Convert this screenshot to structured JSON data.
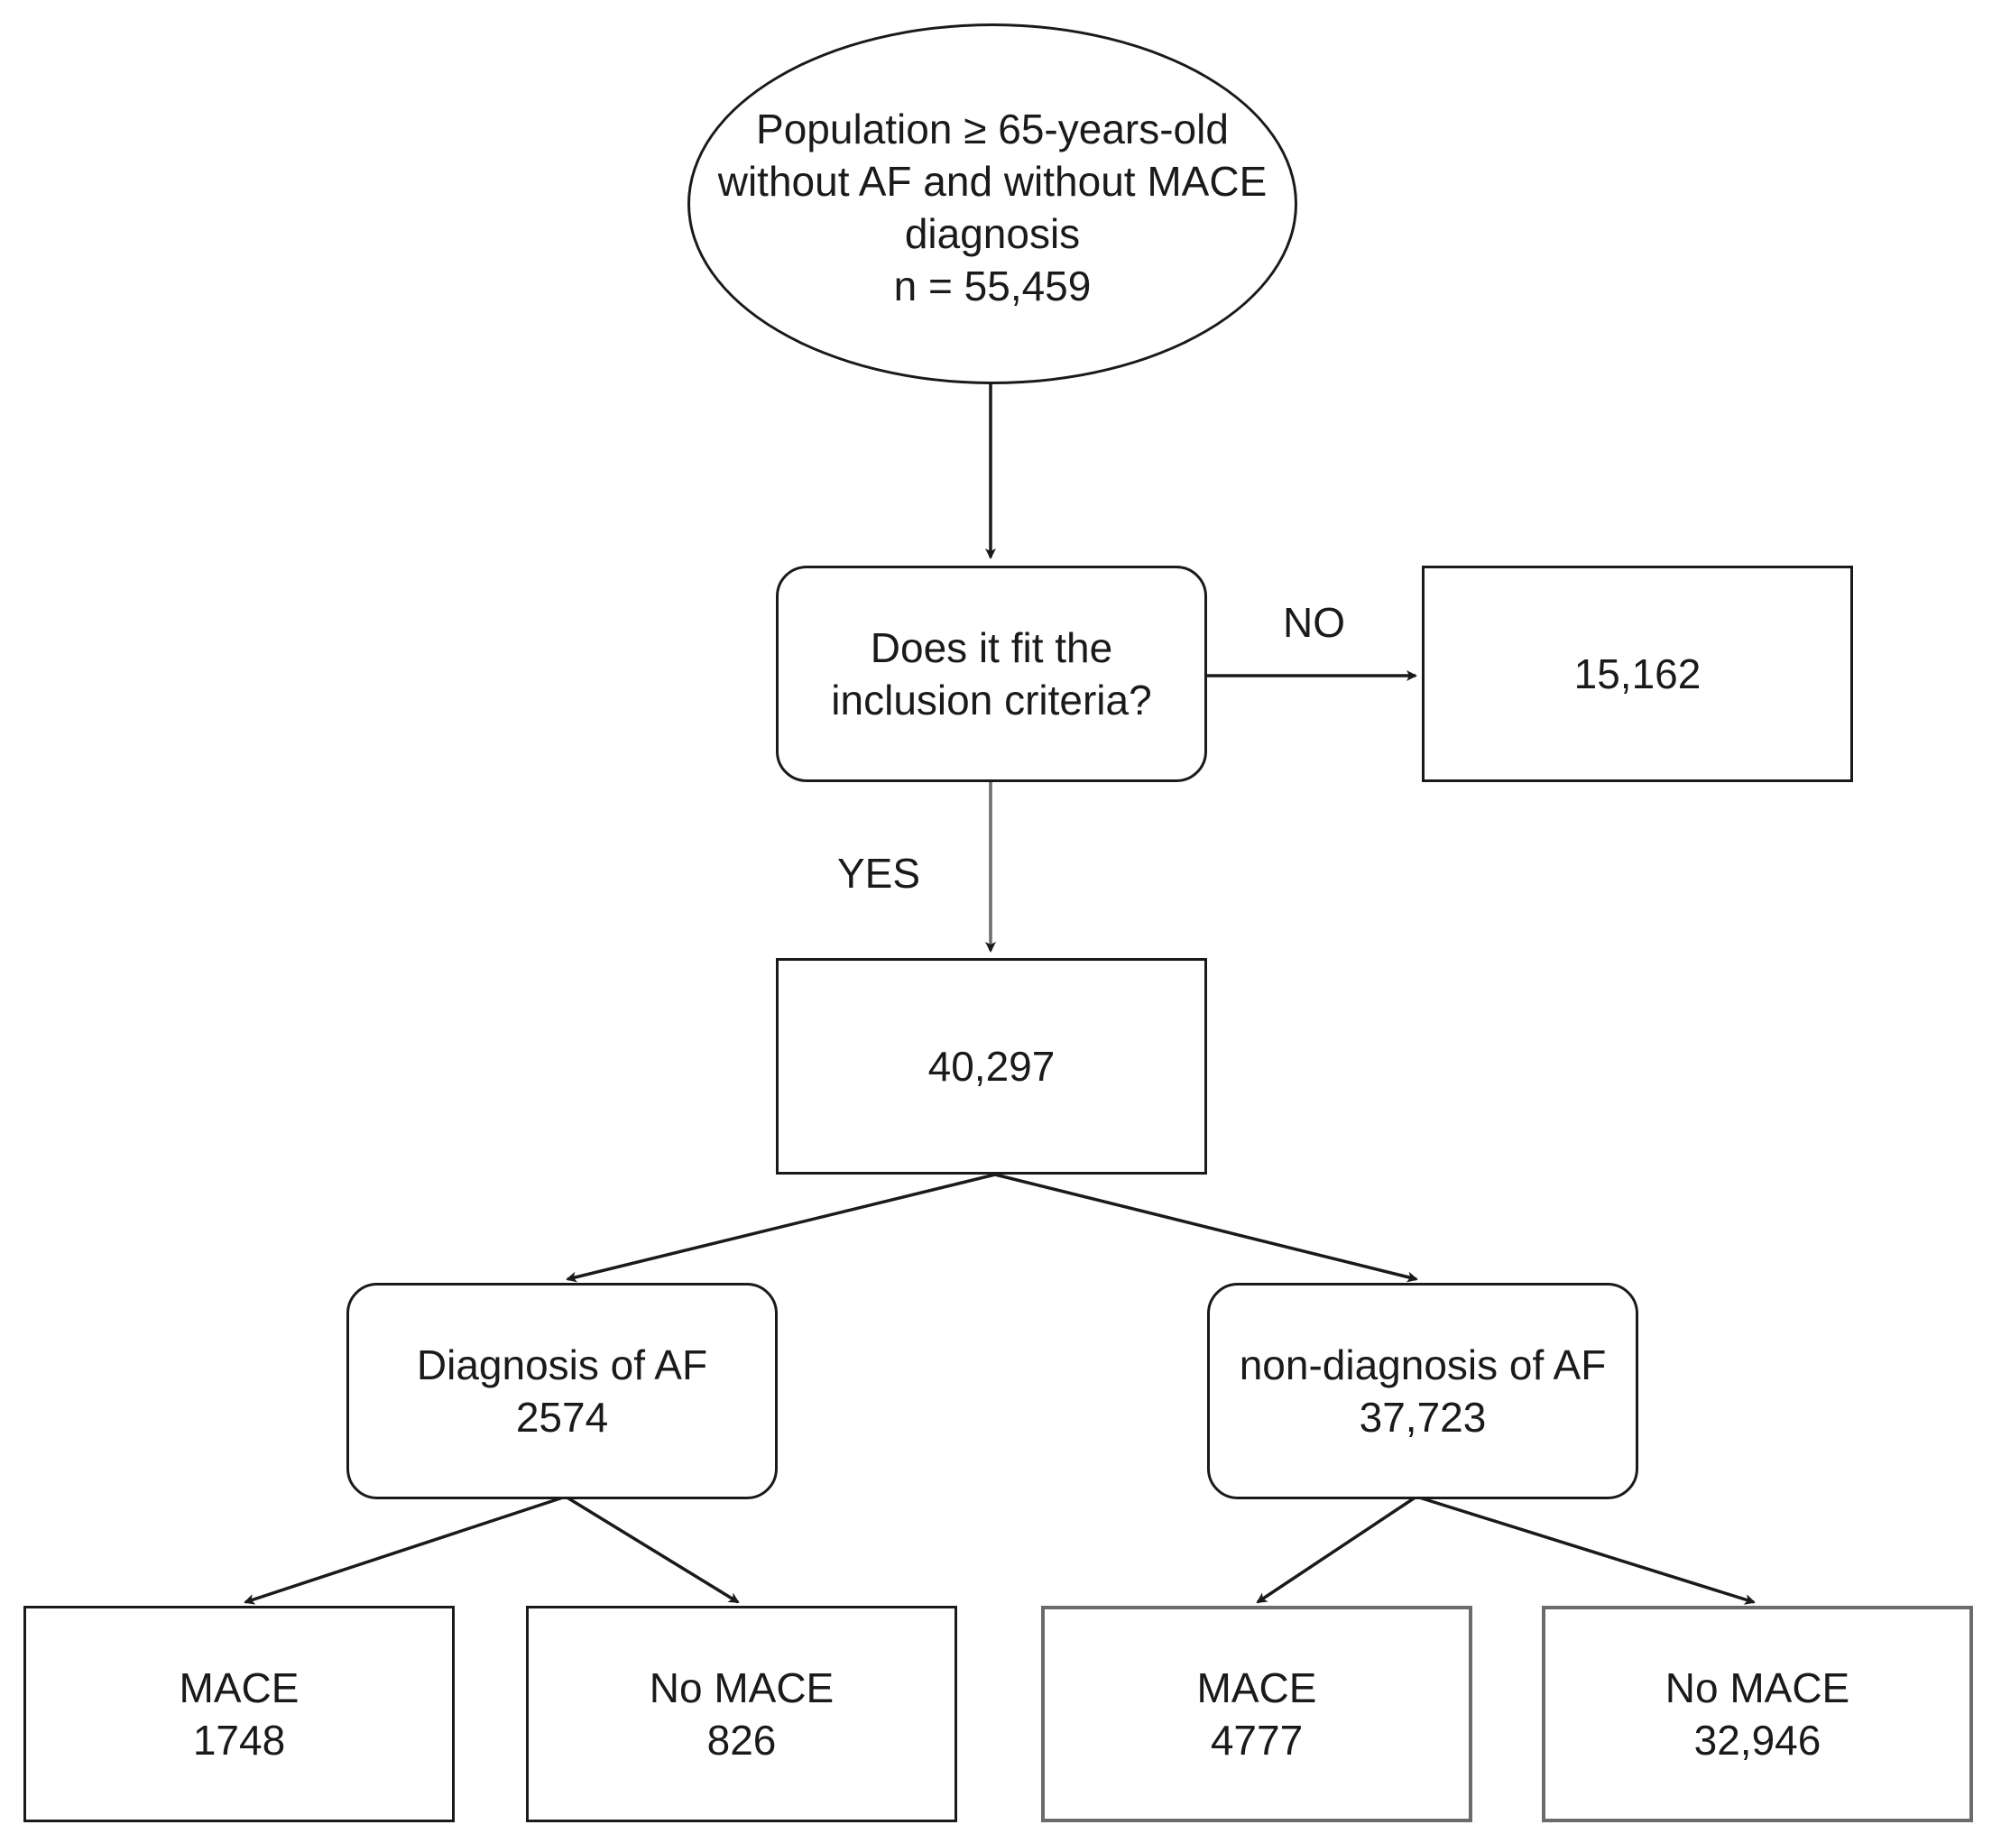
{
  "nodes": {
    "population": {
      "line1": "Population ≥ 65-years-old",
      "line2": "without AF and without MACE",
      "line3": "diagnosis",
      "count": "n = 55,459"
    },
    "inclusion_question": {
      "line1": "Does it fit the",
      "line2": "inclusion criteria?"
    },
    "excluded": {
      "count": "15,162"
    },
    "included": {
      "count": "40,297"
    },
    "af_diagnosis": {
      "label": "Diagnosis of AF",
      "count": "2574"
    },
    "non_af_diagnosis": {
      "label": "non-diagnosis of AF",
      "count": "37,723"
    },
    "af_mace": {
      "label": "MACE",
      "count": "1748"
    },
    "af_no_mace": {
      "label": "No MACE",
      "count": "826"
    },
    "non_af_mace": {
      "label": "MACE",
      "count": "4777"
    },
    "non_af_no_mace": {
      "label": "No MACE",
      "count": "32,946"
    }
  },
  "edges": {
    "no_label": "NO",
    "yes_label": "YES"
  }
}
